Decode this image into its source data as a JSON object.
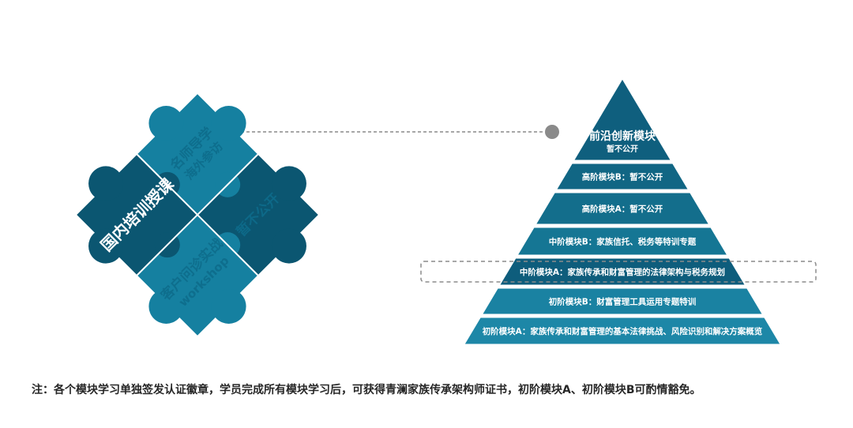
{
  "puzzle": {
    "pieces": [
      {
        "id": "domestic",
        "lines": [
          "国内培训授课"
        ],
        "color": "#0b5671",
        "text_color": "#ffffff"
      },
      {
        "id": "client",
        "lines": [
          "客户问诊实战",
          "workshop"
        ],
        "color": "#1580a0",
        "text_color": "#0d6b8b"
      },
      {
        "id": "mentor",
        "lines": [
          "名师导学",
          "海外参访"
        ],
        "color": "#1580a0",
        "text_color": "#0d6b8b"
      },
      {
        "id": "undisclosed",
        "lines": [
          "暂不公开"
        ],
        "color": "#0b5671",
        "text_color": "#0d6b8b"
      }
    ]
  },
  "pyramid": {
    "tiers": [
      {
        "lines": [
          "前沿创新模块",
          "暂不公开"
        ],
        "color": "#0f5f7e"
      },
      {
        "lines": [
          "高阶模块B：暂不公开"
        ],
        "color": "#116684"
      },
      {
        "lines": [
          "高阶模块A：暂不公开"
        ],
        "color": "#136e8c"
      },
      {
        "lines": [
          "中阶模块B：家族信托、税务等特训专题"
        ],
        "color": "#157694"
      },
      {
        "lines": [
          "中阶模块A：家族传承和财富管理的法律架构与税务规划"
        ],
        "color": "#0e5d7c",
        "highlighted": true
      },
      {
        "lines": [
          "初阶模块B：财富管理工具运用专题特训"
        ],
        "color": "#1a82a2"
      },
      {
        "lines": [
          "初阶模块A：家族传承和财富管理的基本法律挑战、风险识别和解决方案概览"
        ],
        "color": "#1d87a7"
      }
    ]
  },
  "connector_color": "#8a8a8a",
  "note": "注：各个模块学习单独签发认证徽章，学员完成所有模块学习后，可获得青澜家族传承架构师证书，初阶模块A、初阶模块B可酌情豁免。"
}
